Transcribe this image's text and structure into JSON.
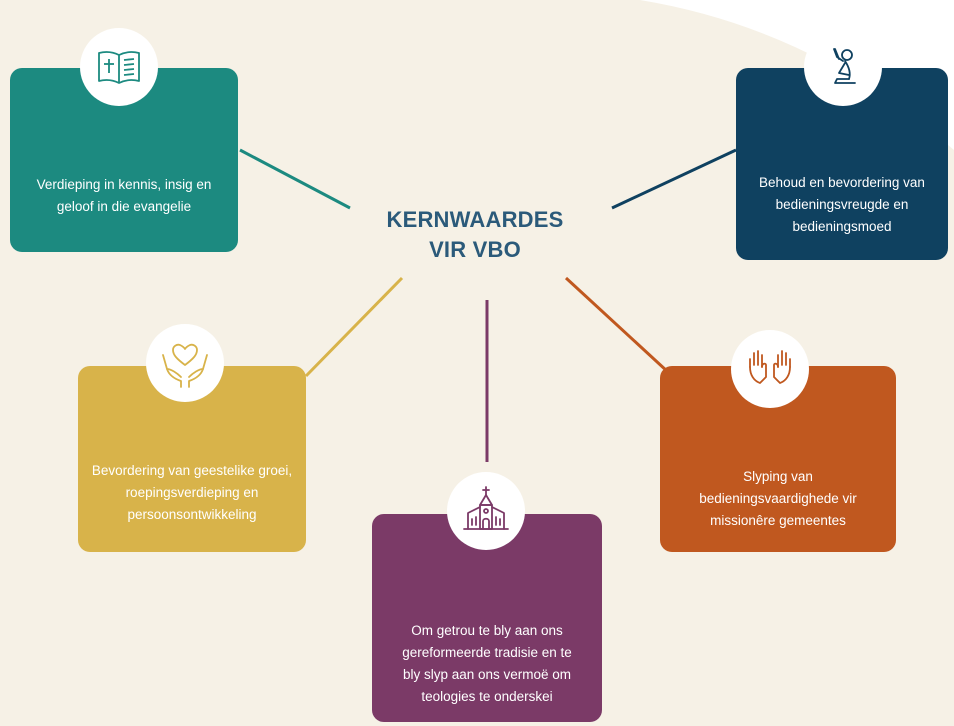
{
  "title": {
    "line1": "KERNWAARDES",
    "line2": "VIR VBO"
  },
  "colors": {
    "background": "#f6f1e6",
    "teal": "#1c8a80",
    "navy": "#0f4160",
    "mustard": "#d8b34a",
    "plum": "#7b3a67",
    "rust": "#c0581f",
    "title": "#2b5a7a"
  },
  "values": [
    {
      "id": "kennis",
      "icon": "bible-icon",
      "text": "Verdieping in kennis, insig en geloof in die evangelie",
      "color": "#1c8a80"
    },
    {
      "id": "vreugde",
      "icon": "praying-person-icon",
      "text": "Behoud en bevordering van bedieningsvreugde en bedieningsmoed",
      "color": "#0f4160"
    },
    {
      "id": "groei",
      "icon": "heart-hands-icon",
      "text": "Bevordering van geestelike groei, roepingsverdieping en persoonsontwikkeling",
      "color": "#d8b34a"
    },
    {
      "id": "tradisie",
      "icon": "church-icon",
      "text": "Om getrou te bly aan ons gereformeerde tradisie en te bly slyp aan ons vermoë om teologies te onderskei",
      "color": "#7b3a67"
    },
    {
      "id": "vaardighede",
      "icon": "raised-hands-icon",
      "text": "Slyping van bedieningsvaardighede vir missionêre gemeentes",
      "color": "#c0581f"
    }
  ]
}
